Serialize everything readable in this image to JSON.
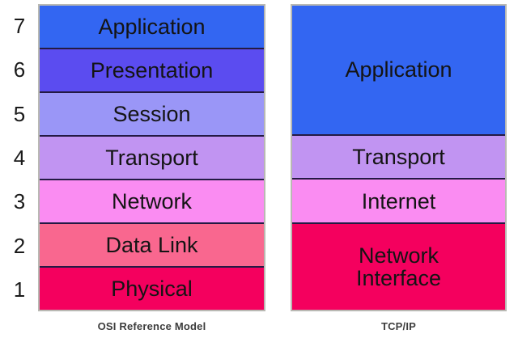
{
  "diagram": {
    "title_left": "OSI Reference Model",
    "title_right": "TCP/IP",
    "layer_numbers": [
      "7",
      "6",
      "5",
      "4",
      "3",
      "2",
      "1"
    ],
    "osi": {
      "caption": "OSI Reference Model",
      "layers": [
        {
          "number": "7",
          "label": "Application",
          "color": "#3366f2"
        },
        {
          "number": "6",
          "label": "Presentation",
          "color": "#5b4cf0"
        },
        {
          "number": "5",
          "label": "Session",
          "color": "#9a96f7"
        },
        {
          "number": "4",
          "label": "Transport",
          "color": "#c194f2"
        },
        {
          "number": "3",
          "label": "Network",
          "color": "#fa8cf2"
        },
        {
          "number": "2",
          "label": "Data Link",
          "color": "#f9678f"
        },
        {
          "number": "1",
          "label": "Physical",
          "color": "#f4005e"
        }
      ]
    },
    "tcpip": {
      "caption": "TCP/IP",
      "layers": [
        {
          "label": "Application",
          "color": "#3366f2",
          "span": 3
        },
        {
          "label": "Transport",
          "color": "#c194f2",
          "span": 1
        },
        {
          "label": "Internet",
          "color": "#fa8cf2",
          "span": 1
        },
        {
          "label": "Network\nInterface",
          "color": "#f4005e",
          "span": 2
        }
      ]
    },
    "colors": {
      "background": "#ffffff",
      "box_border": "#b9b9b3",
      "layer_divider": "#241a44",
      "text": "#141414",
      "caption_text": "#3d3d3d"
    }
  }
}
